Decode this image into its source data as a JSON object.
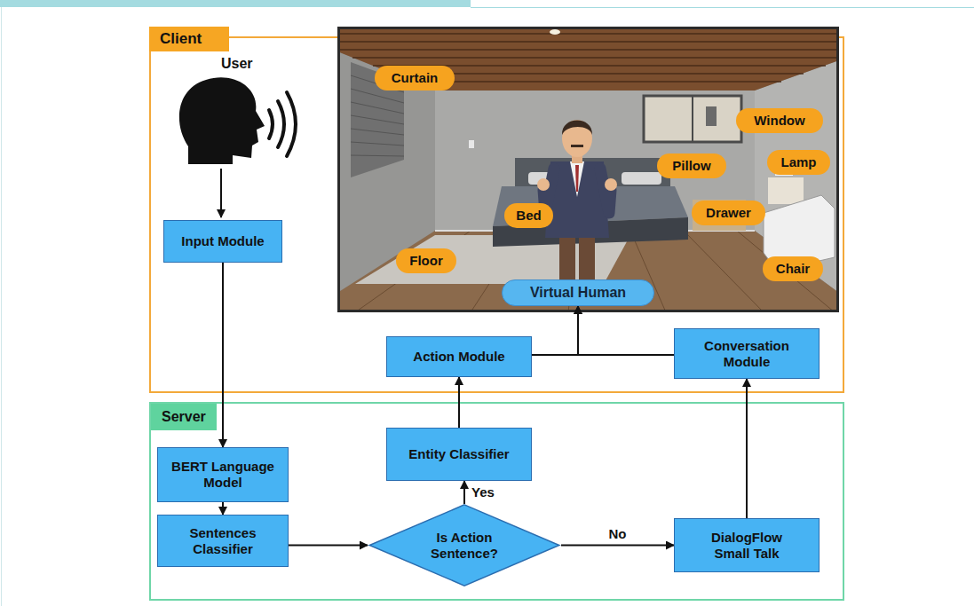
{
  "diagram": {
    "nodes": [
      {
        "text": [
          "Client"
        ]
      },
      {
        "text": [
          "Input Module"
        ],
        "in": 0
      },
      {
        "text": [
          "Curtain"
        ],
        "in": 0
      },
      {
        "text": [
          "Window"
        ],
        "in": 0
      },
      {
        "text": [
          "Pillow"
        ],
        "in": 0
      },
      {
        "text": [
          "Lamp"
        ],
        "in": 0
      },
      {
        "text": [
          "Bed"
        ],
        "in": 0
      },
      {
        "text": [
          "Drawer"
        ],
        "in": 0
      },
      {
        "text": [
          "Floor"
        ],
        "in": 0
      },
      {
        "text": [
          "Chair"
        ],
        "in": 0
      },
      {
        "text": [
          "Virtual Human"
        ],
        "in": 0
      },
      {
        "text": [
          "Action Module"
        ],
        "in": 0
      },
      {
        "text": [
          "Conversation Module"
        ],
        "in": 0
      },
      {
        "text": [
          "Server"
        ]
      },
      {
        "text": [
          "BERT Language Model"
        ],
        "in": 13
      },
      {
        "text": [
          "Sentences Classifier"
        ],
        "in": 13
      },
      {
        "text": [
          "Entity Classifier"
        ],
        "in": 13
      },
      {
        "text": [
          "Is Action Sentence?"
        ],
        "in": 13
      },
      {
        "text": [
          "DialogFlow Small Talk"
        ],
        "in": 13
      }
    ],
    "edges": [
      {
        "from": 1,
        "to": 14,
        "arrow": "to"
      },
      {
        "from": 14,
        "to": 15,
        "arrow": "to"
      },
      {
        "from": 15,
        "to": 17,
        "arrow": "to"
      },
      {
        "from": 17,
        "to": 16,
        "label": "Yes",
        "arrow": "to"
      },
      {
        "from": 17,
        "to": 18,
        "label": "No",
        "arrow": "to"
      },
      {
        "from": 16,
        "to": 11,
        "arrow": "to"
      },
      {
        "from": 18,
        "to": 12,
        "arrow": "to"
      },
      {
        "from": 11,
        "to": 10,
        "arrow": "to"
      },
      {
        "from": 12,
        "to": 10,
        "arrow": "to"
      }
    ],
    "labels": [
      "User"
    ]
  }
}
